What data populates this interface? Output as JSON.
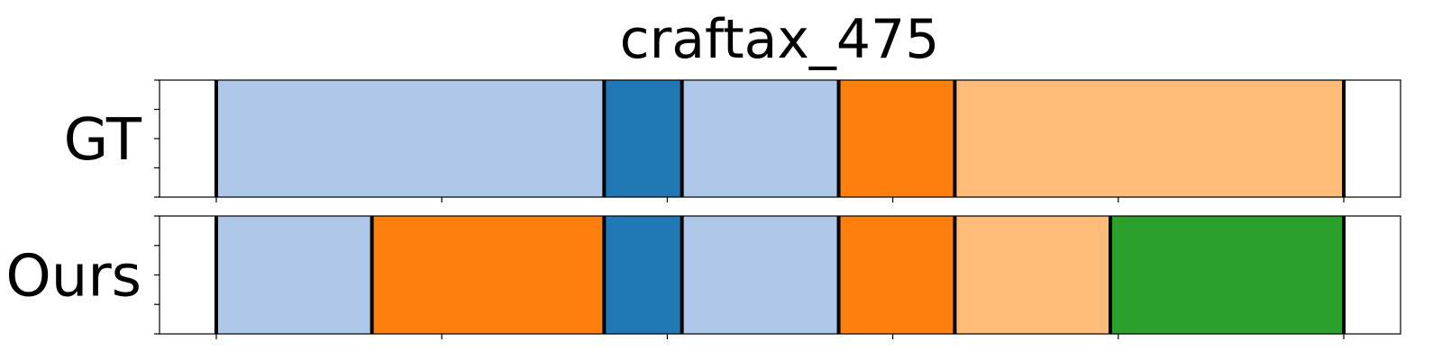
{
  "chart_data": {
    "type": "segment_timeline",
    "title": "craftax_475",
    "x_range": [
      0,
      100
    ],
    "x_ticks": [
      0,
      20,
      40,
      60,
      80,
      100
    ],
    "grid": false,
    "rows": [
      {
        "label": "GT",
        "segments": [
          {
            "start": 0,
            "end": 34.4,
            "color": "#aec7e8"
          },
          {
            "start": 34.4,
            "end": 41.3,
            "color": "#1f77b4"
          },
          {
            "start": 41.3,
            "end": 55.2,
            "color": "#aec7e8"
          },
          {
            "start": 55.2,
            "end": 65.5,
            "color": "#ff7f0e"
          },
          {
            "start": 65.5,
            "end": 100,
            "color": "#ffbb78"
          }
        ]
      },
      {
        "label": "Ours",
        "segments": [
          {
            "start": 0,
            "end": 13.8,
            "color": "#aec7e8"
          },
          {
            "start": 13.8,
            "end": 34.4,
            "color": "#ff7f0e"
          },
          {
            "start": 34.4,
            "end": 41.3,
            "color": "#1f77b4"
          },
          {
            "start": 41.3,
            "end": 55.2,
            "color": "#aec7e8"
          },
          {
            "start": 55.2,
            "end": 65.5,
            "color": "#ff7f0e"
          },
          {
            "start": 65.5,
            "end": 79.3,
            "color": "#ffbb78"
          },
          {
            "start": 79.3,
            "end": 100,
            "color": "#2ca02c"
          }
        ]
      }
    ]
  }
}
